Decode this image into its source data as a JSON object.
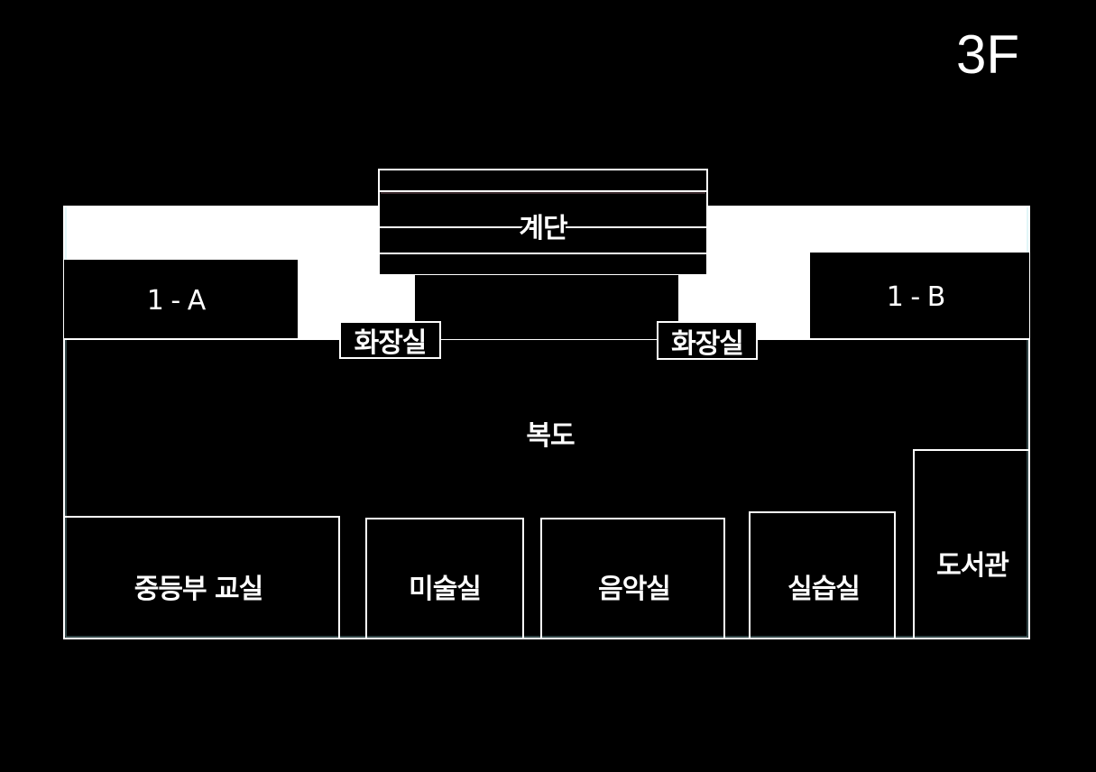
{
  "floor": "3F",
  "colors": {
    "background": "#000000",
    "outline": "#ffffff",
    "edge_tint": "#9fe3ea",
    "label": "#ffffff"
  },
  "rooms": {
    "stairs": "계단",
    "class_1a": "1 - A",
    "class_1b": "1 - B",
    "restroom_left": "화장실",
    "restroom_right": "화장실",
    "hallway": "복도",
    "middle_school_classroom": "중등부 교실",
    "art_room": "미술실",
    "music_room": "음악실",
    "practice_room": "실습실",
    "library": "도서관"
  }
}
